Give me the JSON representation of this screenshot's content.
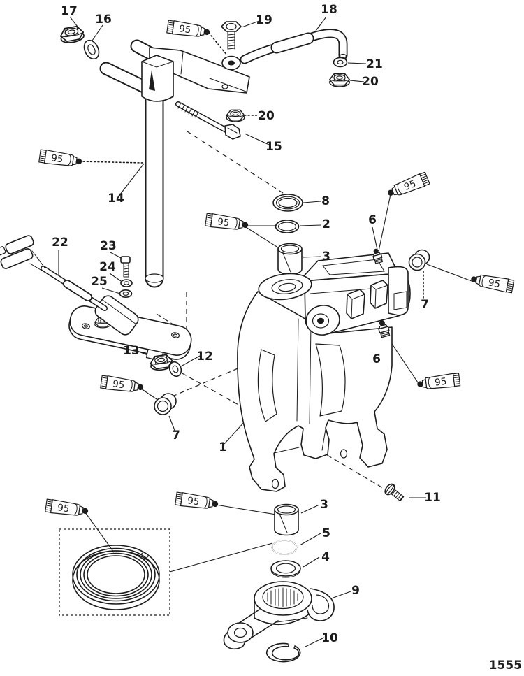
{
  "page_number": "1555",
  "lubricant": {
    "label": "95"
  },
  "callouts": [
    {
      "label": "17",
      "part": "flange-locknut"
    },
    {
      "label": "16",
      "part": "washer"
    },
    {
      "label": "19",
      "part": "screw"
    },
    {
      "label": "18",
      "part": "link-rod"
    },
    {
      "label": "21",
      "part": "washer"
    },
    {
      "label": "20",
      "part": "nut-upper"
    },
    {
      "label": "20",
      "part": "nut-middle"
    },
    {
      "label": "15",
      "part": "bolt"
    },
    {
      "label": "14",
      "part": "steering-arm-swivel-pin"
    },
    {
      "label": "8",
      "part": "seal"
    },
    {
      "label": "2",
      "part": "o-ring"
    },
    {
      "label": "3",
      "part": "bushing-upper"
    },
    {
      "label": "6",
      "part": "grease-fitting-upper"
    },
    {
      "label": "7",
      "part": "bushing-right"
    },
    {
      "label": "6",
      "part": "grease-fitting-lower"
    },
    {
      "label": "22",
      "part": "trim-position-sender"
    },
    {
      "label": "23",
      "part": "screw"
    },
    {
      "label": "24",
      "part": "lock-washer"
    },
    {
      "label": "25",
      "part": "washer"
    },
    {
      "label": "13",
      "part": "flange-nut"
    },
    {
      "label": "12",
      "part": "washer"
    },
    {
      "label": "7",
      "part": "bushing-left"
    },
    {
      "label": "1",
      "part": "swivel-bracket"
    },
    {
      "label": "11",
      "part": "screw"
    },
    {
      "label": "3",
      "part": "bushing-lower"
    },
    {
      "label": "5",
      "part": "o-ring-lower"
    },
    {
      "label": "4",
      "part": "washer-lower"
    },
    {
      "label": "9",
      "part": "steering-lever"
    },
    {
      "label": "10",
      "part": "retaining-ring"
    }
  ]
}
